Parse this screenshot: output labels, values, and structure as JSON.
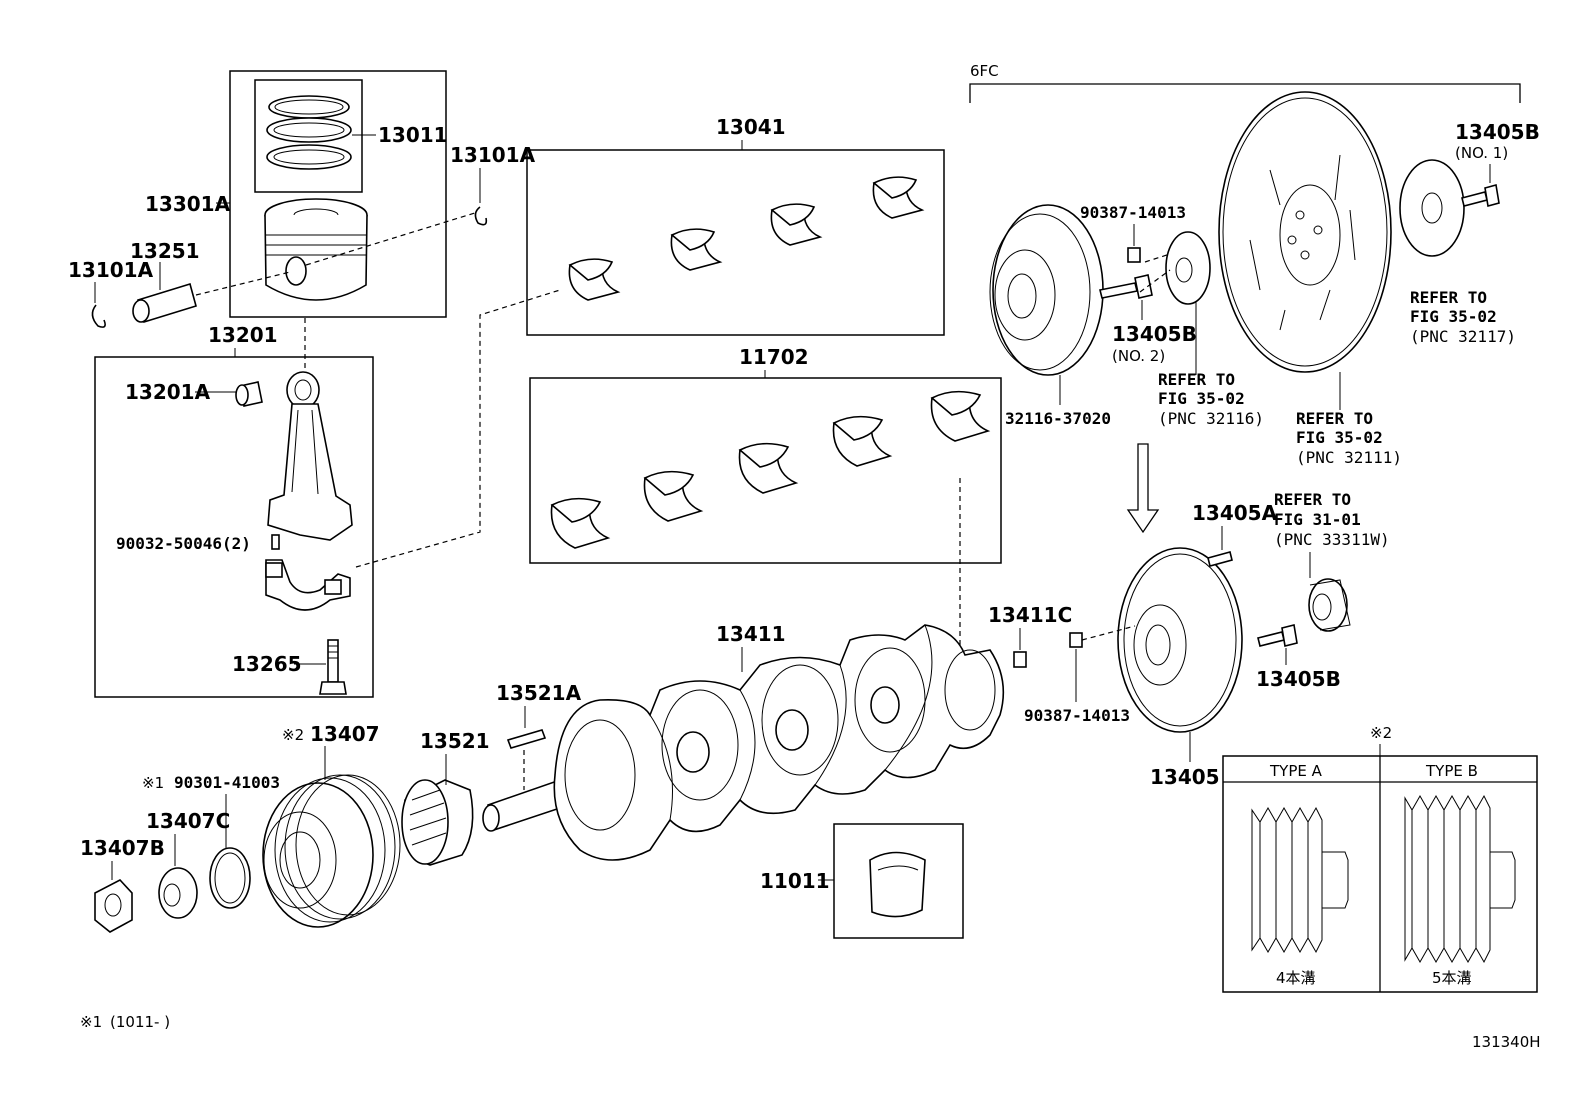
{
  "labels": {
    "p13011": "13011",
    "p13301A": "13301A",
    "p13251": "13251",
    "p13101A_left": "13101A",
    "p13101A_top": "13101A",
    "p13201": "13201",
    "p13201A": "13201A",
    "p90032": "90032-50046(2)",
    "p13265": "13265",
    "p13041": "13041",
    "p11702": "11702",
    "p13411": "13411",
    "p13521A": "13521A",
    "p13521": "13521",
    "p13407": "13407",
    "p13407_mark": "※2",
    "p90301": "90301-41003",
    "p90301_mark": "※1",
    "p13407C": "13407C",
    "p13407B": "13407B",
    "p11011": "11011",
    "p6FC": "6FC",
    "p90387_top": "90387-14013",
    "p13405B_no2": "13405B",
    "no2": "(NO. 2)",
    "p13405B_no1": "13405B",
    "no1": "(NO. 1)",
    "p32116": "32116-37020",
    "p13411C": "13411C",
    "p90387_bottom": "90387-14013",
    "p13405A": "13405A",
    "p13405B_bottom": "13405B",
    "p13405": "13405",
    "diagram_id": "131340H"
  },
  "refs": {
    "r1_l1": "REFER TO",
    "r1_l2": "FIG 35-02",
    "r1_l3": "(PNC 32117)",
    "r2_l1": "REFER TO",
    "r2_l2": "FIG 35-02",
    "r2_l3": "(PNC 32116)",
    "r3_l1": "REFER TO",
    "r3_l2": "FIG 35-02",
    "r3_l3": "(PNC 32111)",
    "r4_l1": "REFER TO",
    "r4_l2": "FIG 31-01",
    "r4_l3": "(PNC 33311W)"
  },
  "type_table": {
    "mark": "※2",
    "type_a": "TYPE A",
    "type_b": "TYPE B",
    "type_a_desc": "4本溝",
    "type_b_desc": "5本溝"
  },
  "footnote": {
    "mark": "※1",
    "text": "(1011-      )"
  }
}
